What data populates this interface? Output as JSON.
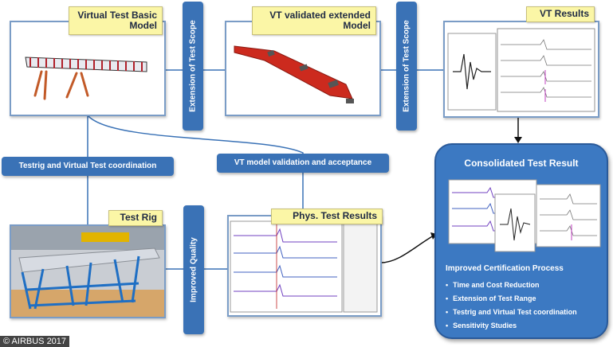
{
  "panels": {
    "vt_basic": "Virtual Test Basic Model",
    "vt_extended": "VT validated extended Model",
    "vt_results": "VT Results",
    "test_rig": "Test Rig",
    "phys_results": "Phys. Test Results"
  },
  "bars": {
    "scope1": "Extension of Test Scope",
    "scope2": "Extension of Test Scope",
    "quality": "Improved Quality",
    "coordination": "Testrig and Virtual Test coordination",
    "validation": "VT model validation and acceptance"
  },
  "consolidated": {
    "title": "Consolidated Test Result",
    "subtitle": "Improved Certification Process",
    "items": [
      "Time and Cost Reduction",
      "Extension of  Test Range",
      "Testrig and Virtual Test coordination",
      "Sensitivity Studies"
    ]
  },
  "copyright": "© AIRBUS 2017",
  "colors": {
    "bar": "#3a72b6",
    "label": "#fbf6a6",
    "frame": "#7a9cc6",
    "wing": "#cc2a1e"
  }
}
